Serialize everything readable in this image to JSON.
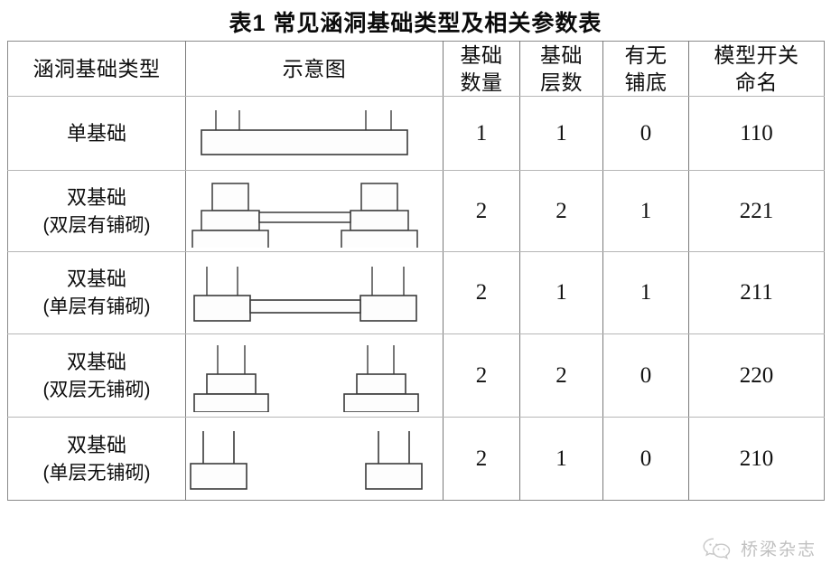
{
  "title": "表1 常见涵洞基础类型及相关参数表",
  "table": {
    "headers": [
      {
        "line1": "涵洞基础类型",
        "line2": ""
      },
      {
        "line1": "示意图",
        "line2": ""
      },
      {
        "line1": "基础",
        "line2": "数量"
      },
      {
        "line1": "基础",
        "line2": "层数"
      },
      {
        "line1": "有无",
        "line2": "铺底"
      },
      {
        "line1": "模型开关",
        "line2": "命名"
      }
    ],
    "rows": [
      {
        "type_main": "单基础",
        "type_sub": "",
        "diagram": "single-wide-slab-four-walls",
        "count": "1",
        "layers": "1",
        "bed": "0",
        "switch_name": "110"
      },
      {
        "type_main": "双基础",
        "type_sub": "(双层有铺砌)",
        "diagram": "double-two-layer-with-bed",
        "count": "2",
        "layers": "2",
        "bed": "1",
        "switch_name": "221"
      },
      {
        "type_main": "双基础",
        "type_sub": "(单层有铺砌)",
        "diagram": "double-one-layer-with-bed",
        "count": "2",
        "layers": "1",
        "bed": "1",
        "switch_name": "211"
      },
      {
        "type_main": "双基础",
        "type_sub": "(双层无铺砌)",
        "diagram": "double-two-layer-no-bed",
        "count": "2",
        "layers": "2",
        "bed": "0",
        "switch_name": "220"
      },
      {
        "type_main": "双基础",
        "type_sub": "(单层无铺砌)",
        "diagram": "double-one-layer-no-bed",
        "count": "2",
        "layers": "1",
        "bed": "0",
        "switch_name": "210"
      }
    ]
  },
  "watermark": {
    "text": "桥梁杂志",
    "icon": "wechat-bubble-icon"
  },
  "colors": {
    "text": "#0e0e0e",
    "border_outer": "#8a8a8a",
    "border_h": "#b6b6b6",
    "border_v": "#7a7a7a",
    "diagram_stroke": "#3a3a3a",
    "diagram_fill": "#fdfdfd",
    "watermark_text": "#8d8d8d"
  }
}
